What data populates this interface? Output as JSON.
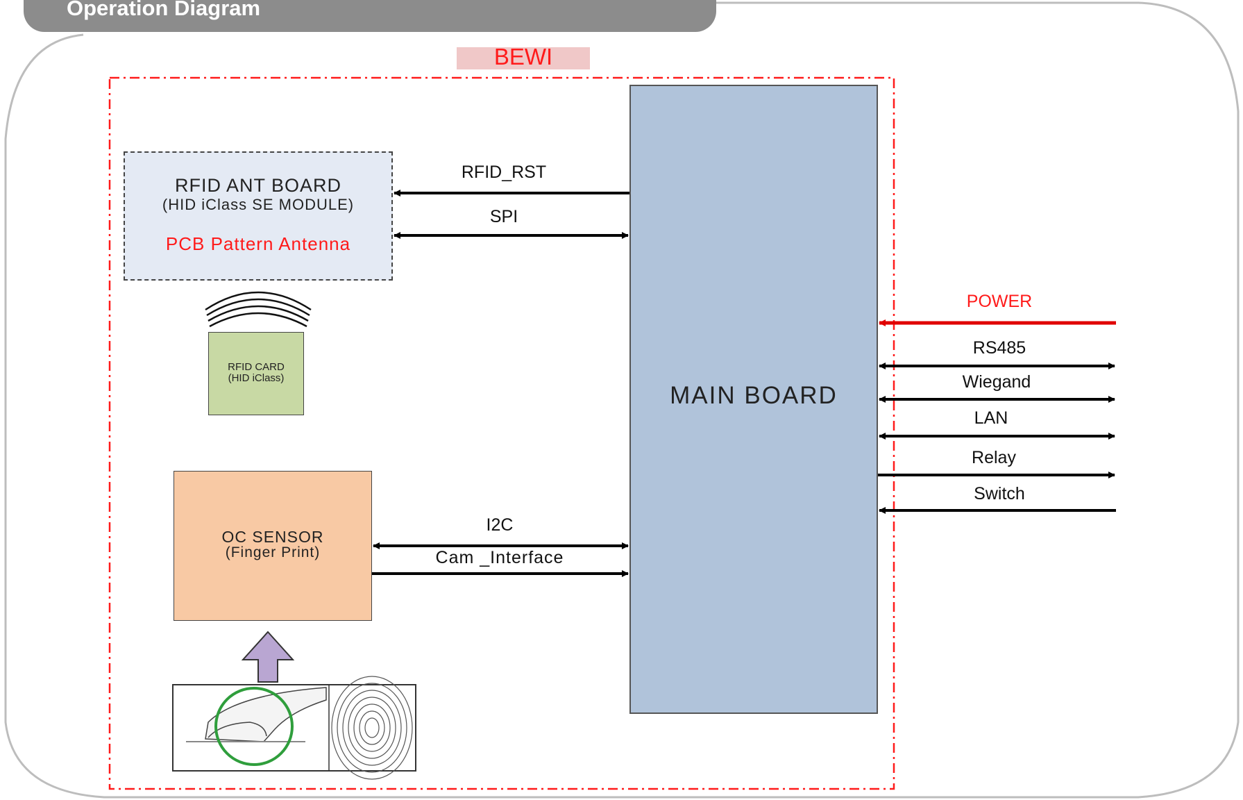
{
  "header": {
    "title": "Operation Diagram"
  },
  "system_label": "BEWI",
  "blocks": {
    "rfid_board": {
      "title": "RFID ANT BOARD",
      "subtitle": "(HID iClass SE MODULE)",
      "antenna": "PCB Pattern Antenna"
    },
    "rfid_card": {
      "line1": "RFID CARD",
      "line2": "(HID iClass)"
    },
    "oc_sensor": {
      "title": "OC SENSOR",
      "subtitle": "(Finger Print)"
    },
    "main_board": {
      "title": "MAIN BOARD"
    }
  },
  "internal_signals": {
    "rfid_rst": "RFID_RST",
    "spi": "SPI",
    "i2c": "I2C",
    "cam": "Cam _Interface"
  },
  "external_signals": {
    "power": "POWER",
    "rs485": "RS485",
    "wiegand": "Wiegand",
    "lan": "LAN",
    "relay": "Relay",
    "switch": "Switch"
  },
  "colors": {
    "header_bg": "#8c8c8c",
    "bewi_red": "#ff1a1a",
    "bewi_label_bg": "#f0c8c8",
    "main_board": "#b0c3da",
    "rfid_board": "#e4eaf4",
    "rfid_card": "#c8d9a4",
    "oc_sensor": "#f8c9a4",
    "arrow_up": "#b9a6d2"
  }
}
